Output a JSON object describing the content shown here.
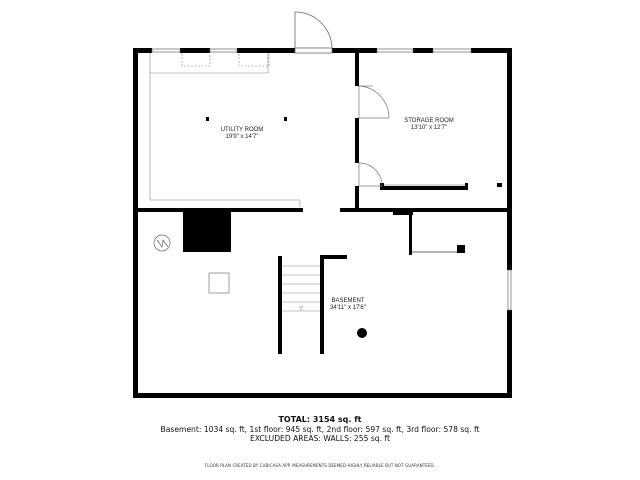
{
  "floor_plan": {
    "rooms": [
      {
        "name": "UTILITY ROOM",
        "dimensions": "19'9\" x 14'7\""
      },
      {
        "name": "STORAGE ROOM",
        "dimensions": "13'10\" x 12'7\""
      },
      {
        "name": "BASEMENT",
        "dimensions": "34'11\" x 17'6\""
      }
    ],
    "stairs_marker": "▽",
    "icons": [
      "electrical-panel-icon",
      "chimney-block",
      "water-heater-icon",
      "floor-drain-icon"
    ]
  },
  "summary": {
    "total": "TOTAL: 3154 sq. ft",
    "breakdown": "Basement: 1034 sq. ft, 1st floor: 945 sq. ft, 2nd floor: 597 sq. ft, 3rd floor: 578 sq. ft",
    "excluded": "EXCLUDED AREAS: WALLS: 255 sq. ft"
  },
  "disclaimer": "FLOOR PLAN CREATED BY CUBICASA APP. MEASUREMENTS DEEMED HIGHLY RELIABLE BUT NOT GUARANTEED.",
  "colors": {
    "wall": "#000000",
    "line": "#888888",
    "background": "#ffffff"
  }
}
